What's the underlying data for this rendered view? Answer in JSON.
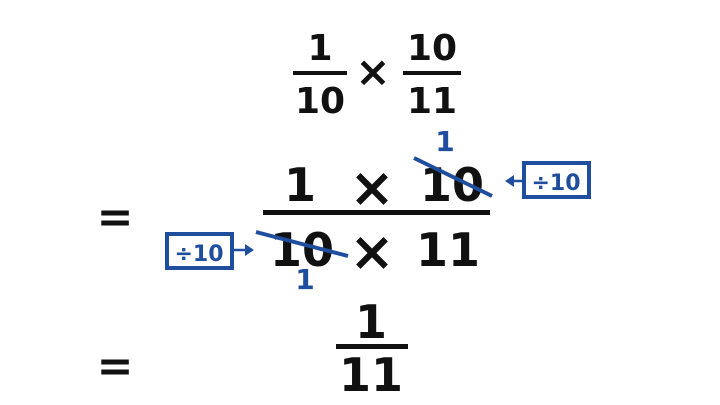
{
  "colors": {
    "text": "#111111",
    "accent": "#1f4e9e",
    "background": "#ffffff"
  },
  "line1": {
    "frac1": {
      "numerator": "1",
      "denominator": "10"
    },
    "operator": "×",
    "frac2": {
      "numerator": "10",
      "denominator": "11"
    }
  },
  "line2": {
    "equals": "=",
    "numerator": {
      "left": "1",
      "operator": "×",
      "right": "10"
    },
    "denominator": {
      "left": "10",
      "operator": "×",
      "right": "11"
    },
    "cancel_top": {
      "result": "1",
      "box_label": "÷10",
      "arrow_icon": "left-arrow-icon"
    },
    "cancel_bottom": {
      "result": "1",
      "box_label": "÷10",
      "arrow_icon": "right-arrow-icon"
    }
  },
  "line3": {
    "equals": "=",
    "numerator": "1",
    "denominator": "11"
  }
}
